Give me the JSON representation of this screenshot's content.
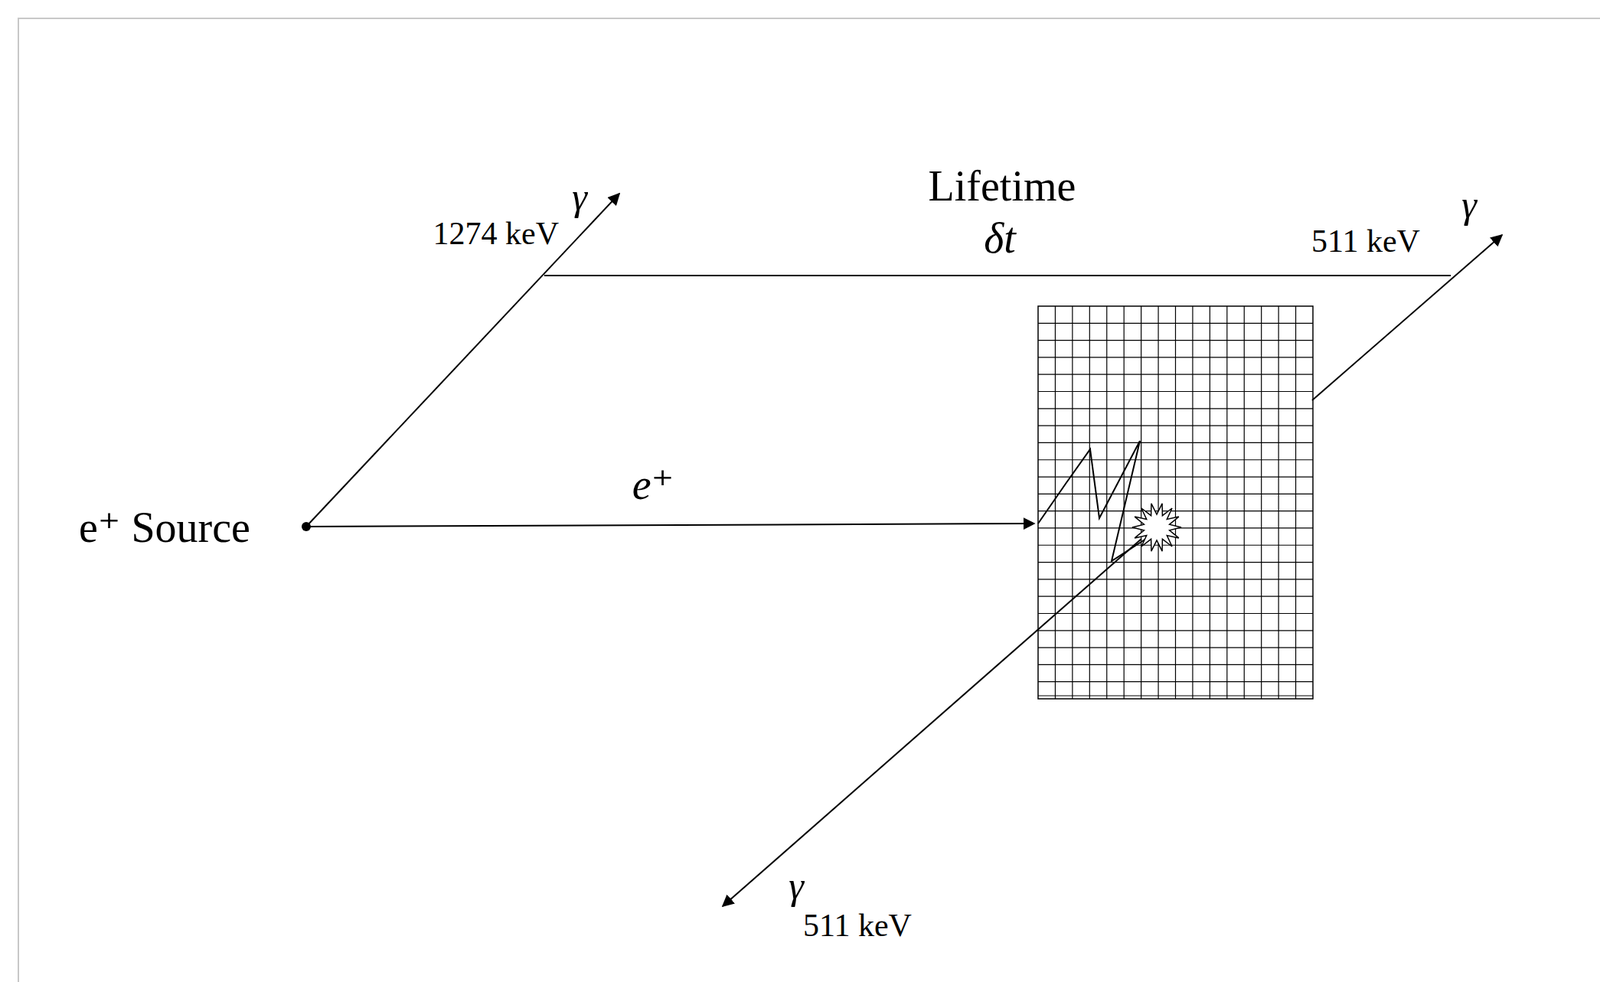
{
  "diagram": {
    "labels": [
      "γ",
      "1274 keV",
      "Lifetime",
      "δt",
      "511 keV",
      "γ",
      "e⁺ Source",
      "e⁺",
      "γ",
      "511 keV"
    ]
  }
}
